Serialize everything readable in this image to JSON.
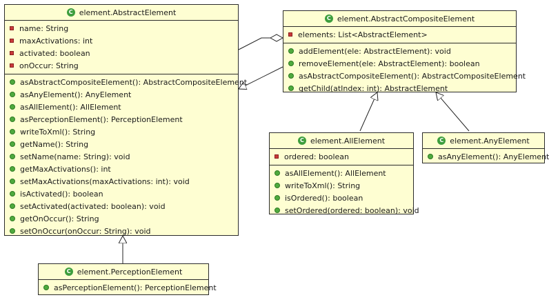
{
  "classes": {
    "abstract_element": {
      "name": "element.AbstractElement",
      "fields": [
        "name: String",
        "maxActivations: int",
        "activated: boolean",
        "onOccur: String"
      ],
      "methods": [
        "asAbstractCompositeElement(): AbstractCompositeElement",
        "asAnyElement(): AnyElement",
        "asAllElement(): AllElement",
        "asPerceptionElement(): PerceptionElement",
        "writeToXml(): String",
        "getName(): String",
        "setName(name: String): void",
        "getMaxActivations(): int",
        "setMaxActivations(maxActivations: int): void",
        "isActivated(): boolean",
        "setActivated(activated: boolean): void",
        "getOnOccur(): String",
        "setOnOccur(onOccur: String): void"
      ]
    },
    "abstract_composite_element": {
      "name": "element.AbstractCompositeElement",
      "fields": [
        "elements: List<AbstractElement>"
      ],
      "methods": [
        "addElement(ele: AbstractElement): void",
        "removeElement(ele: AbstractElement): boolean",
        "asAbstractCompositeElement(): AbstractCompositeElement",
        "getChild(atIndex: int): AbstractElement"
      ]
    },
    "all_element": {
      "name": "element.AllElement",
      "fields": [
        "ordered: boolean"
      ],
      "methods": [
        "asAllElement(): AllElement",
        "writeToXml(): String",
        "isOrdered(): boolean",
        "setOrdered(ordered: boolean): void"
      ]
    },
    "any_element": {
      "name": "element.AnyElement",
      "fields": [],
      "methods": [
        "asAnyElement(): AnyElement"
      ]
    },
    "perception_element": {
      "name": "element.PerceptionElement",
      "fields": [],
      "methods": [
        "asPerceptionElement(): PerceptionElement"
      ]
    }
  },
  "class_icon_glyph": "C",
  "colors": {
    "class_fill": "#fefed2",
    "border": "#2a2a2a",
    "field_icon": "#c93a3a",
    "method_icon": "#4faa3e",
    "class_icon": "#3d9e3d"
  }
}
